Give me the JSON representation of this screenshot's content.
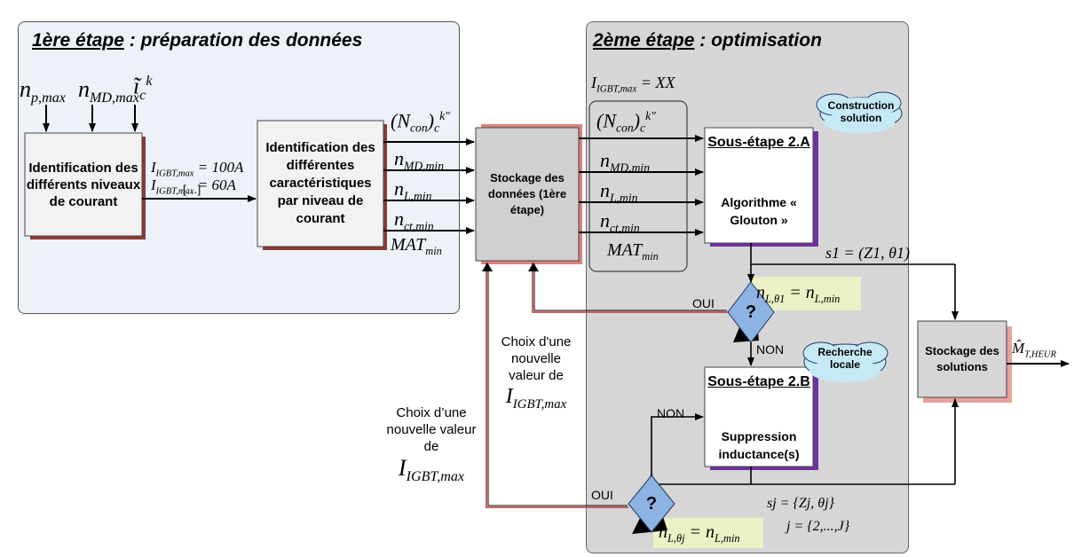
{
  "stage1": {
    "title_underlined": "1ère étape",
    "title_rest": " : préparation des données"
  },
  "stage2": {
    "title_underlined": "2ème étape",
    "title_rest": " : optimisation"
  },
  "boxes": {
    "identification_levels": "Identification des différents niveaux de courant",
    "identification_chars": "Identification des différentes caractéristiques par niveau de courant",
    "storage_data": "Stockage des données (1ère étape)",
    "substep_a_title": "Sous-étape 2.A",
    "substep_a_body": "Algorithme « Glouton »",
    "substep_b_title": "Sous-étape 2.B",
    "substep_b_body": "Suppression inductance(s)",
    "storage_solutions": "Stockage des solutions"
  },
  "clouds": {
    "construction": "Construction solution",
    "recherche": "Recherche locale"
  },
  "decisions": {
    "symbol": "?"
  },
  "labels": {
    "yes": "OUI",
    "no": "NON",
    "ellipsis": "[…]",
    "choix_new_value": "Choix d'une nouvelle valeur de",
    "choix_new_value_curly": "Choix d’une nouvelle valeur de"
  },
  "math": {
    "inputs": [
      "n_{p,max}",
      "n_{MD,max}",
      "ĩ_c^k"
    ],
    "igbt_100": "I_{IGBT,max} = 100A",
    "igbt_60": "I_{IGBT,max} = 60A",
    "char_list": [
      "(N_con)_c^k\"",
      "n_{MD,min}",
      "n_{L,min}",
      "n_{ct,min}",
      "MAT_min"
    ],
    "igbt_xx": "I_{IGBT,max} = XX",
    "s1": "s1 = (Z1, θ1)",
    "cond1": "n_{L,θ1} = n_{L,min}",
    "condj": "n_{L,θj} = n_{L,min}",
    "sj": "sj = {Zj, θj}",
    "j_range": "j = {2,...,J}",
    "m_heur": "M̂_{T,HEUR}",
    "igbt_max": "I_{IGBT,max}"
  },
  "colors": {
    "panel1_bg": "#edf1f8",
    "panel2_bg": "#d6d6d6",
    "feedback": "#c0504d",
    "cond_bg": "#ebf1c4",
    "diamond": "#8db3e2",
    "cloud": "#c6e9f6",
    "substep_shadow": "#7030a0"
  }
}
